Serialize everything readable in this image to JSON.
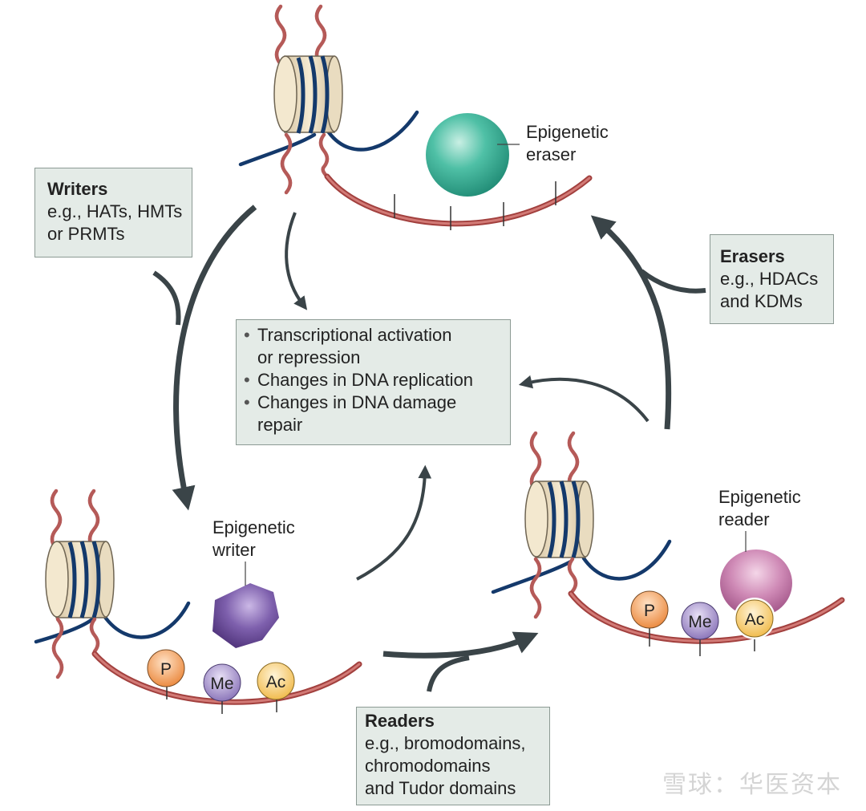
{
  "writers_box": {
    "title": "Writers",
    "lines": [
      "e.g., HATs, HMTs",
      "or PRMTs"
    ]
  },
  "erasers_box": {
    "title": "Erasers",
    "lines": [
      "e.g., HDACs",
      "and KDMs"
    ]
  },
  "readers_box": {
    "title": "Readers",
    "lines": [
      "e.g., bromodomains,",
      "chromodomains",
      "and Tudor domains"
    ]
  },
  "outcomes_box": {
    "items": [
      [
        "Transcriptional activation",
        "or repression"
      ],
      [
        "Changes in DNA replication"
      ],
      [
        "Changes in DNA damage",
        "repair"
      ]
    ]
  },
  "eraser_label": [
    "Epigenetic",
    "eraser"
  ],
  "writer_label": [
    "Epigenetic",
    "writer"
  ],
  "reader_label": [
    "Epigenetic",
    "reader"
  ],
  "marks": {
    "phospho": "P",
    "methyl": "Me",
    "acetyl": "Ac"
  },
  "watermark": "雪球：华医资本",
  "colors": {
    "dna": "#14396b",
    "tail": "#b55a58",
    "histone": "#ead9b9",
    "arrow": "#3a4448",
    "eraser": "#3fb29a",
    "writer": "#7a5aa4",
    "reader": "#c47aa8",
    "mark_p": "#ee9048",
    "mark_me": "#9a87c4",
    "mark_ac": "#f2c25e",
    "box_fill": "#e4ebe7"
  }
}
